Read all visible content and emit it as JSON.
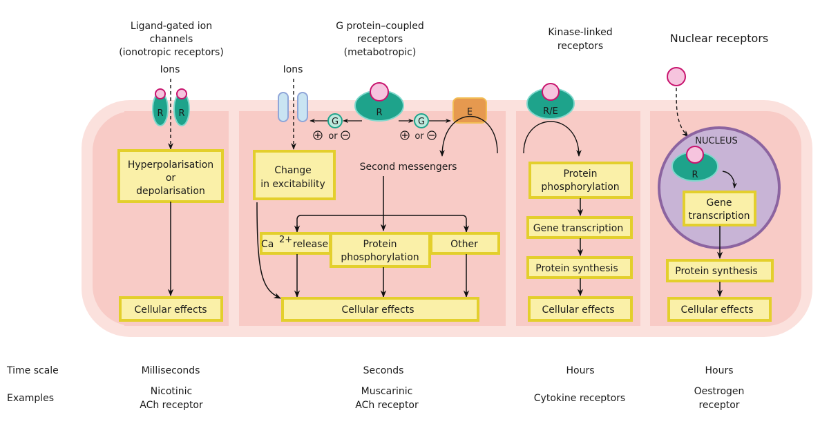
{
  "colors": {
    "cell_outer": "#fbe1dd",
    "panel": "#f8cbc6",
    "box_fill": "#faf0a8",
    "box_border": "#e3cf2c",
    "receptor": "#1ea38b",
    "receptor_edge": "#7fd8cc",
    "ligand": "#f6c4de",
    "ligand_edge": "#c8146e",
    "channel": "#c9e4f2",
    "channel_edge": "#8fa5d8",
    "enzyme": "#e6994f",
    "enzyme_edge": "#f2bd54",
    "nucleus": "#c8b4d6",
    "nucleus_edge": "#8c64a0",
    "gprotein": "#bde9dd",
    "gprotein_edge": "#1ea38b"
  },
  "columns": [
    {
      "id": "ligand-gated",
      "title_lines": [
        "Ligand-gated ion",
        "channels",
        "(ionotropic receptors)"
      ],
      "ions_label": "Ions",
      "receptor_label": "R",
      "boxes": {
        "first_lines": [
          "Hyperpolarisation",
          "or",
          "depolarisation"
        ],
        "effects": "Cellular effects"
      },
      "time_scale": "Milliseconds",
      "example_lines": [
        "Nicotinic",
        "ACh receptor"
      ]
    },
    {
      "id": "gpcr",
      "title_lines": [
        "G protein–coupled",
        "receptors",
        "(metabotropic)"
      ],
      "ions_label": "Ions",
      "receptor_label": "R",
      "g_label": "G",
      "enzyme_label": "E",
      "modulation": "⊕ or ⊖",
      "modulation_word": "or",
      "boxes": {
        "excitability_lines": [
          "Change",
          "in excitability"
        ],
        "second_messengers": "Second messengers",
        "calcium_base": "Ca",
        "calcium_sup": "2+",
        "calcium_rest": "release",
        "phosphorylation_lines": [
          "Protein",
          "phosphorylation"
        ],
        "other": "Other",
        "effects": "Cellular effects"
      },
      "time_scale": "Seconds",
      "example_lines": [
        "Muscarinic",
        "ACh receptor"
      ]
    },
    {
      "id": "kinase-linked",
      "title_lines": [
        "Kinase-linked",
        "receptors"
      ],
      "receptor_label": "R/E",
      "boxes": {
        "phosphorylation_lines": [
          "Protein",
          "phosphorylation"
        ],
        "transcription": "Gene transcription",
        "synthesis": "Protein synthesis",
        "effects": "Cellular effects"
      },
      "time_scale": "Hours",
      "example_lines": [
        "Cytokine receptors"
      ]
    },
    {
      "id": "nuclear",
      "title_lines": [
        "Nuclear receptors"
      ],
      "nucleus_label": "NUCLEUS",
      "receptor_label": "R",
      "boxes": {
        "transcription_lines": [
          "Gene",
          "transcription"
        ],
        "synthesis": "Protein synthesis",
        "effects": "Cellular effects"
      },
      "time_scale": "Hours",
      "example_lines": [
        "Oestrogen",
        "receptor"
      ]
    }
  ],
  "rows": {
    "time_scale_label": "Time scale",
    "examples_label": "Examples"
  }
}
